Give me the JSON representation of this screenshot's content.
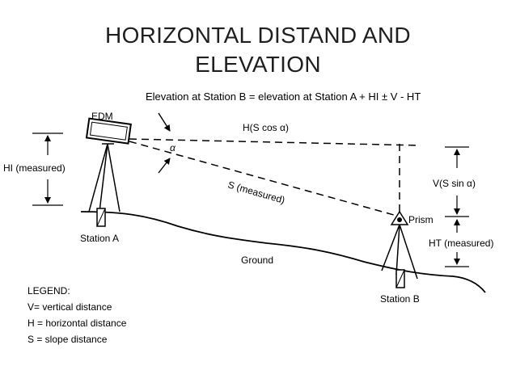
{
  "title": {
    "line1": "HORIZONTAL DISTAND AND",
    "line2": "ELEVATION"
  },
  "diagram": {
    "formula": "Elevation at Station B = elevation at Station A + HI ± V - HT",
    "edm_label": "EDM",
    "hi_label": "HI (measured)",
    "station_a_label": "Station A",
    "h_label": "H(S cos α)",
    "alpha_label": "α",
    "s_label": "S (measured)",
    "v_label": "V(S sin α)",
    "prism_label": "Prism",
    "ht_label": "HT (measured)",
    "ground_label": "Ground",
    "station_b_label": "Station B"
  },
  "legend": {
    "heading": "LEGEND:",
    "items": [
      "V= vertical distance",
      "H = horizontal distance",
      "S = slope distance"
    ]
  }
}
